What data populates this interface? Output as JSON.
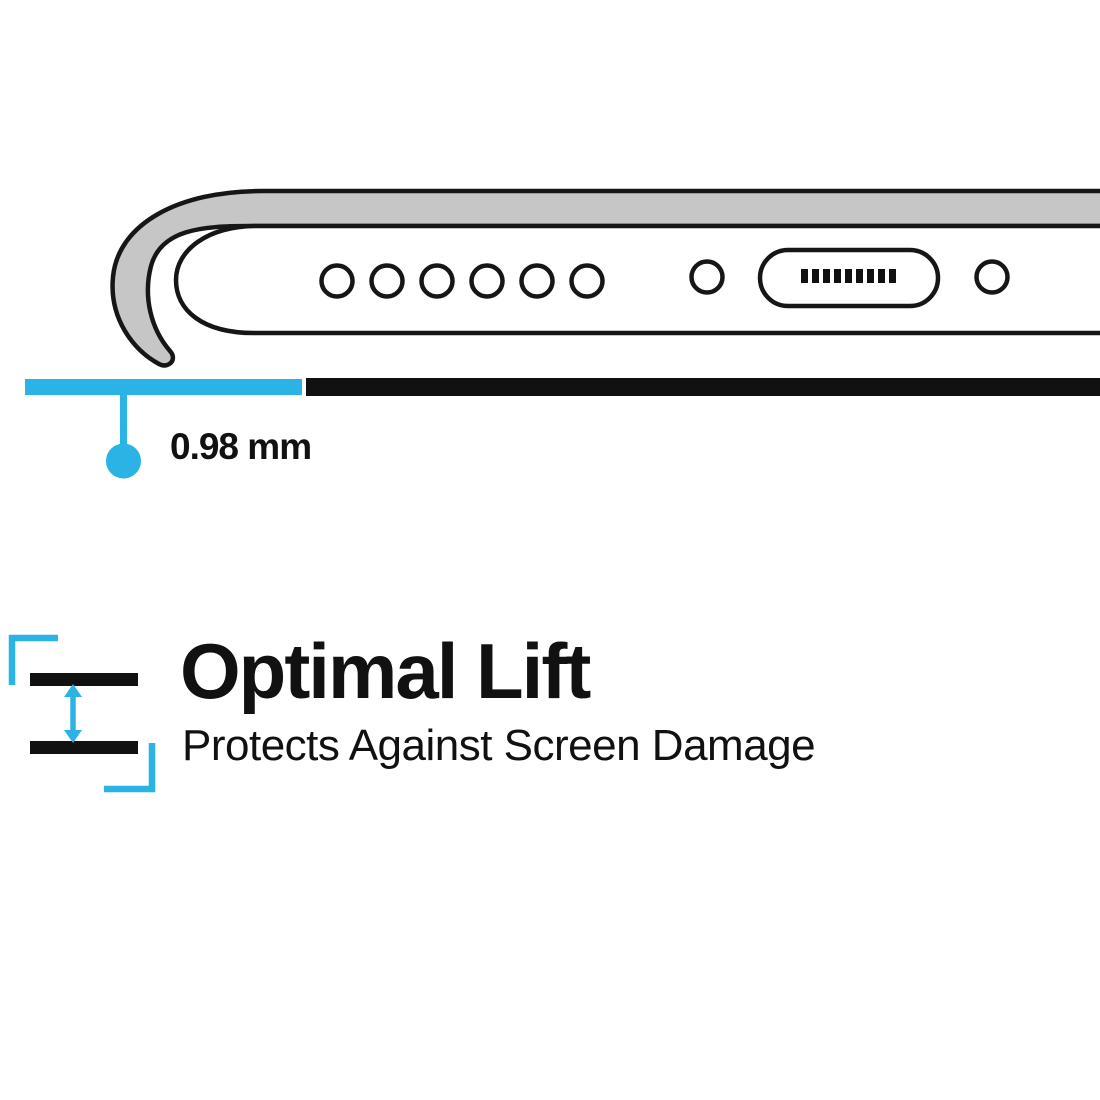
{
  "colors": {
    "accent": "#2bb3e6",
    "ink": "#111111",
    "case_gray": "#c6c6c6",
    "outline": "#161616",
    "background": "#ffffff"
  },
  "illustration": {
    "name": "phone-case-bottom-edge-side-view",
    "measurement_label": "0.98 mm"
  },
  "feature": {
    "title": "Optimal Lift",
    "subtitle": "Protects Against Screen Damage"
  },
  "icons": {
    "phone_icon": "phone-bottom-edge",
    "lift_icon": "lift-gap-double-arrow",
    "brackets": "accent-corner-brackets"
  }
}
